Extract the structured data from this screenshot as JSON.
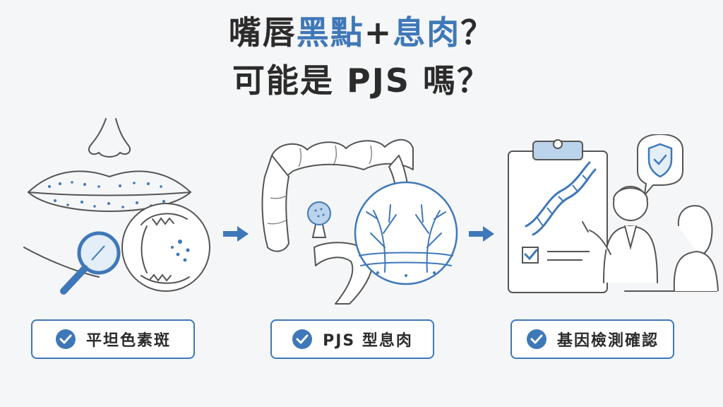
{
  "title": {
    "line1_part1": "嘴唇",
    "line1_blue1": "黑點",
    "line1_plus": "+",
    "line1_blue2": "息肉",
    "line1_end": "？",
    "line2": "可能是 PJS 嗎？"
  },
  "steps": [
    {
      "label": "平坦色素斑",
      "icon": "check-circle-icon"
    },
    {
      "label": "PJS 型息肉",
      "icon": "check-circle-icon"
    },
    {
      "label": "基因檢測確認",
      "icon": "check-circle-icon"
    }
  ],
  "colors": {
    "accent": "#3f78b8",
    "accent_light": "#bcd3ec",
    "text": "#2b2b2b",
    "line": "#555555",
    "background": "#f5f6f7"
  }
}
